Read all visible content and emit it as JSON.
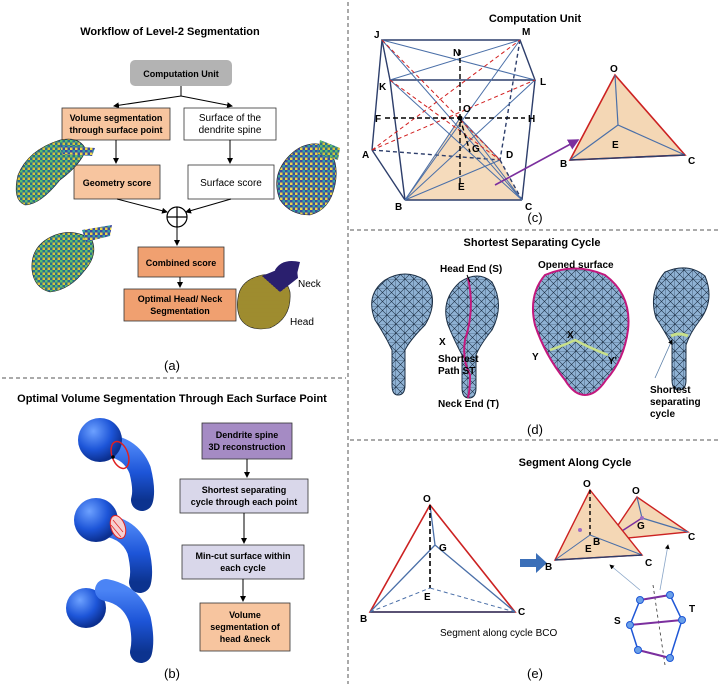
{
  "panel_a": {
    "title": "Workflow of Level-2 Segmentation",
    "boxes": {
      "computation_unit": "Computation Unit",
      "volume_seg_l1": "Volume segmentation",
      "volume_seg_l2": "through surface point",
      "surface_l1": "Surface of the",
      "surface_l2": "dendrite spine",
      "geometry_score": "Geometry score",
      "surface_score": "Surface score",
      "combined_score": "Combined score",
      "optimal_l1": "Optimal Head/ Neck",
      "optimal_l2": "Segmentation"
    },
    "labels": {
      "neck": "Neck",
      "head": "Head"
    },
    "panel_label": "(a)"
  },
  "panel_b": {
    "title": "Optimal Volume Segmentation Through Each Surface Point",
    "boxes": {
      "recon_l1": "Dendrite spine",
      "recon_l2": "3D reconstruction",
      "cycle_l1": "Shortest separating",
      "cycle_l2": "cycle through each point",
      "mincut_l1": "Min-cut surface within",
      "mincut_l2": "each cycle",
      "vol_l1": "Volume",
      "vol_l2": "segmentation of",
      "vol_l3": "head &neck"
    },
    "panel_label": "(b)"
  },
  "panel_c": {
    "title": "Computation Unit",
    "vertices": {
      "J": "J",
      "M": "M",
      "N": "N",
      "K": "K",
      "L": "L",
      "O": "O",
      "F": "F",
      "H": "H",
      "A": "A",
      "G": "G",
      "D": "D",
      "E": "E",
      "B": "B",
      "C": "C"
    },
    "panel_label": "(c)"
  },
  "panel_d": {
    "title": "Shortest Separating Cycle",
    "head_end": "Head End (S)",
    "opened_surface": "Opened surface",
    "x": "X",
    "y": "Y",
    "y_prime": "Y'",
    "shortest_path_l1": "Shortest",
    "shortest_path_l2": "Path ST",
    "neck_end": "Neck End (T)",
    "sep_l1": "Shortest",
    "sep_l2": "separating",
    "sep_l3": "cycle",
    "panel_label": "(d)"
  },
  "panel_e": {
    "title": "Segment Along Cycle",
    "caption": "Segment along cycle BCO",
    "s": "S",
    "t": "T",
    "panel_label": "(e)"
  },
  "colors": {
    "orange_box": "#f7c59f",
    "orange_dark": "#f0a070",
    "gray_box": "#b3b3b3",
    "purple_box": "#a58bc4",
    "lavender_box": "#d9d7ea",
    "peach": "#f4d7b5",
    "mesh_blue": "#8fb2d4",
    "magenta": "#c2187d",
    "spine_blue": "#1f57d6"
  }
}
